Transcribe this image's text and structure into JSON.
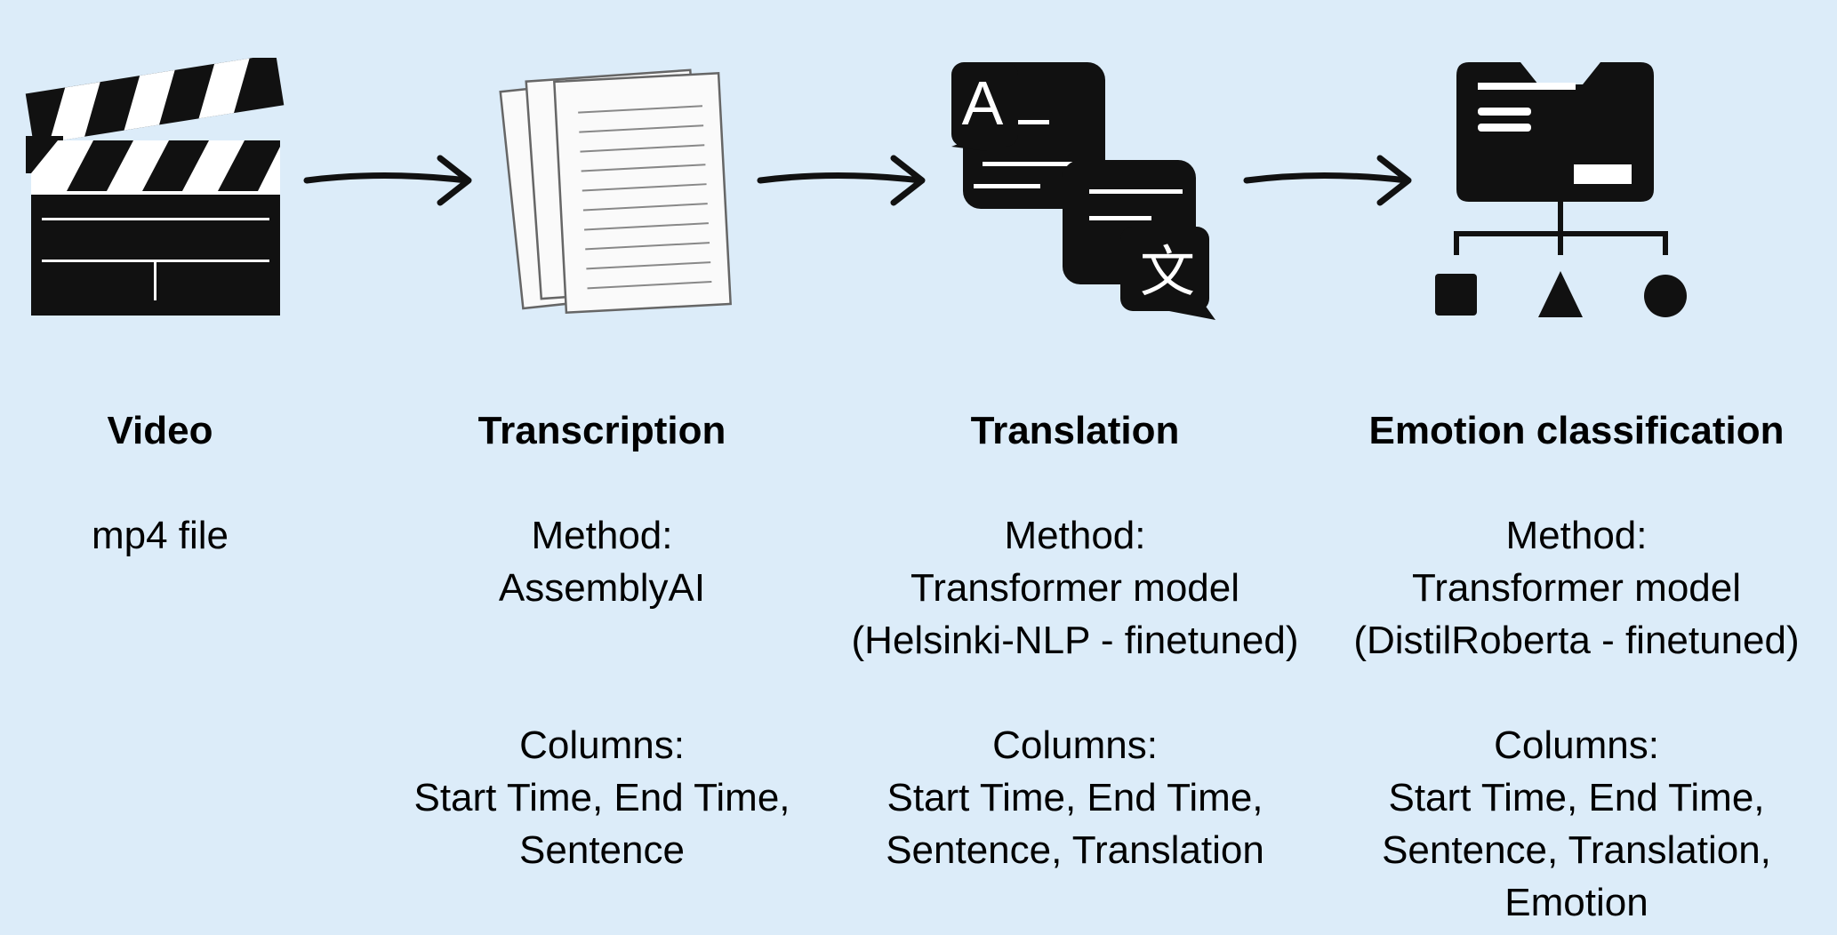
{
  "steps": [
    {
      "icon": "clapperboard-icon",
      "title": "Video",
      "description": "mp4 file"
    },
    {
      "icon": "documents-icon",
      "title": "Transcription",
      "method_label": "Method:",
      "method_lines": [
        "AssemblyAI"
      ],
      "columns_label": "Columns:",
      "columns_lines": [
        "Start Time, End Time,",
        "Sentence"
      ]
    },
    {
      "icon": "translation-icon",
      "title": "Translation",
      "method_label": "Method:",
      "method_lines": [
        "Transformer model",
        "(Helsinki-NLP - finetuned)"
      ],
      "columns_label": "Columns:",
      "columns_lines": [
        "Start Time, End Time,",
        "Sentence, Translation"
      ]
    },
    {
      "icon": "classification-icon",
      "title": "Emotion classification",
      "method_label": "Method:",
      "method_lines": [
        "Transformer model",
        "(DistilRoberta - finetuned)"
      ],
      "columns_label": "Columns:",
      "columns_lines": [
        "Start Time, End Time,",
        "Sentence, Translation,",
        "Emotion"
      ]
    }
  ],
  "colors": {
    "background": "#dcecf9",
    "ink": "#000000"
  }
}
